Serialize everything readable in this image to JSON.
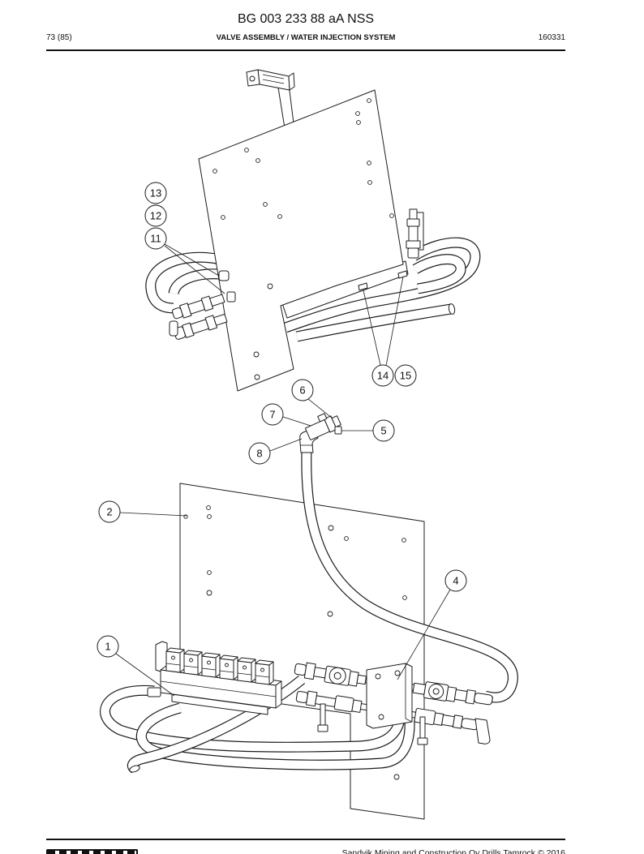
{
  "header": {
    "document_number": "BG 003 233 88 aA NSS",
    "page": "73 (85)",
    "title": "VALVE ASSEMBLY / WATER INJECTION SYSTEM",
    "date_code": "160331"
  },
  "callouts": [
    "13",
    "12",
    "11",
    "14",
    "15",
    "6",
    "7",
    "5",
    "8",
    "2",
    "4",
    "1"
  ],
  "footer": {
    "copyright": "Sandvik Mining and Construction Oy Drills Tamrock © 2016"
  }
}
